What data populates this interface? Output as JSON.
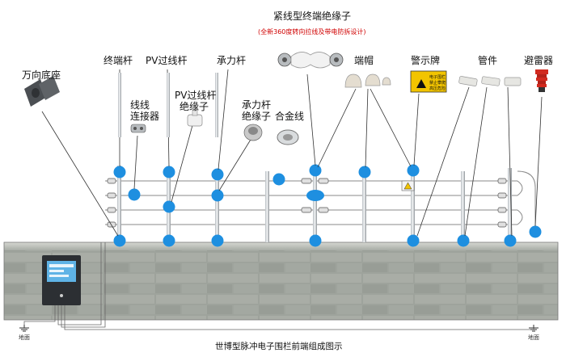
{
  "diagram": {
    "top_title": "紧线型终端绝缘子",
    "top_subtitle": "(全新360度转向拉线及带电防拆设计)",
    "labels": {
      "universal_base": "万向底座",
      "terminal_pole": "终端杆",
      "pv_pole": "PV过线杆",
      "bearing_pole": "承力杆",
      "end_cap": "端帽",
      "warning_sign": "警示牌",
      "pipe_fitting": "管件",
      "arrester": "避雷器",
      "wire_connector_1": "线线",
      "wire_connector_2": "连接器",
      "pv_insulator_1": "PV过线杆",
      "pv_insulator_2": "绝缘子",
      "bearing_insulator_1": "承力杆",
      "bearing_insulator_2": "绝缘子",
      "alloy_wire": "合金线"
    },
    "ground_left": "地面",
    "ground_right": "地面",
    "caption": "世博型脉冲电子围栏前端组成图示",
    "warning_sign_text_1": "电子围栏",
    "warning_sign_text_2": "禁止攀爬",
    "warning_sign_text_3": "高压危险"
  },
  "colors": {
    "marker": "#1e8fe0",
    "wall": "#9aa09a",
    "line": "#333333",
    "subtitle": "#d00000"
  }
}
